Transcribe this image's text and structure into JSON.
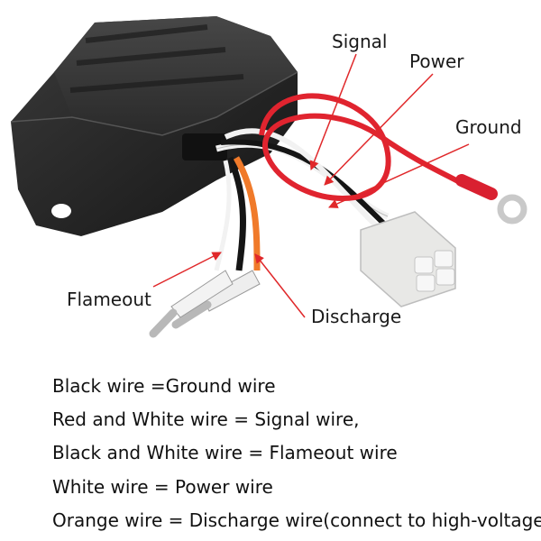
{
  "labels": {
    "signal": "Signal",
    "power": "Power",
    "ground": "Ground",
    "flameout": "Flameout",
    "discharge": "Discharge"
  },
  "descriptions": [
    "Black wire =Ground wire",
    "Red and White wire = Signal wire,",
    "Black and White wire = Flameout wire",
    "White wire = Power wire",
    "Orange wire = Discharge wire(connect to high-voltage )"
  ],
  "colors": {
    "module": "#2a2a2a",
    "red_wire": "#e0242f",
    "orange_wire": "#f07a2a",
    "white_wire": "#f2f2f2",
    "black_wire": "#151515",
    "arrow": "#e0282a",
    "connector": "#e8e8e6"
  }
}
